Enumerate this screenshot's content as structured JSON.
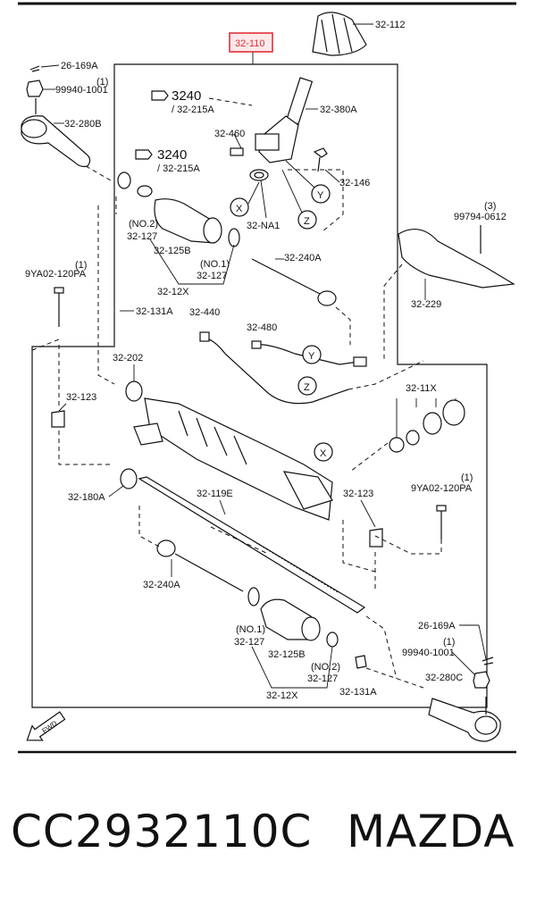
{
  "labels": {
    "asm": "32-110",
    "top_boot": "32-112",
    "clip_top": "26-169A",
    "nut_top_note": "(1)",
    "nut_top": "99940-1001",
    "tie_end_l": "32-280B",
    "ref1": "3240",
    "ref1_sub": "/ 32-215A",
    "pinion": "32-380A",
    "p460": "32-460",
    "ref2": "3240",
    "ref2_sub": "/ 32-215A",
    "bolt146": "32-146",
    "boot_clamp_note": "(NO.2)",
    "clamp127a": "32-127",
    "boot125b": "32-125B",
    "na1": "32-NA1",
    "cover_bolt_note": "(3)",
    "cover_bolt": "99794-0612",
    "bolt_l_note": "(1)",
    "bolt_l": "9YA02-120PA",
    "clamp_no1_note": "(NO.1)",
    "clamp127b": "32-127",
    "inner240a_top": "32-240A",
    "kit12x_top": "32-12X",
    "cover229": "32-229",
    "bush131_top": "32-131A",
    "pipe440": "32-440",
    "pipe480": "32-480",
    "p202": "32-202",
    "kit11x": "32-11X",
    "mount123_l": "32-123",
    "seal180": "32-180A",
    "rack119": "32-119E",
    "mount123_r": "32-123",
    "bolt_r_note": "(1)",
    "bolt_r": "9YA02-120PA",
    "inner240a_bot": "32-240A",
    "clip_bot": "26-169A",
    "nut_bot_note": "(1)",
    "nut_bot": "99940-1001",
    "clamp_no1_b_note": "(NO.1)",
    "clamp127c": "32-127",
    "boot125b_b": "32-125B",
    "clamp_no2_b_note": "(NO.2)",
    "clamp127d": "32-127",
    "kit12x_bot": "32-12X",
    "bush131_bot": "32-131A",
    "tie_end_r": "32-280C",
    "fwd": "FWD"
  },
  "markers": {
    "x1": "X",
    "y1": "Y",
    "z1": "Z",
    "y2": "Y",
    "z2": "Z",
    "x2": "X"
  },
  "caption": {
    "part_number": "CC2932110C",
    "brand": "MAZDA"
  },
  "colors": {
    "highlight": "#e0303a",
    "highlight_fill": "#fde9ea"
  }
}
